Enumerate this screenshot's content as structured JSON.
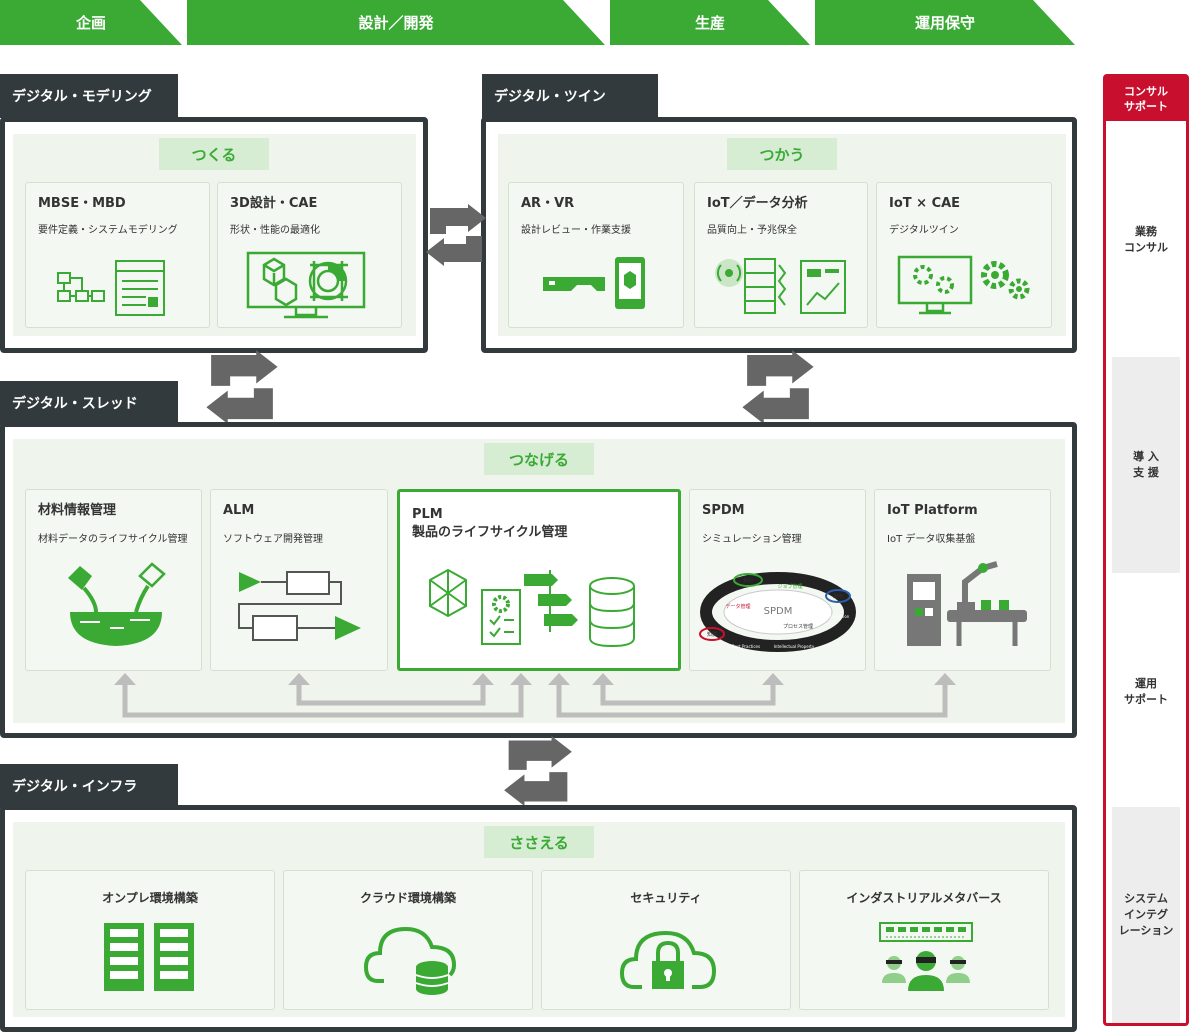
{
  "phases": [
    "企画",
    "設計／開発",
    "生産",
    "運用保守"
  ],
  "sections": {
    "modeling": {
      "label": "デジタル・モデリング",
      "pill": "つくる",
      "cards": [
        {
          "title": "MBSE・MBD",
          "sub": "要件定義・システムモデリング"
        },
        {
          "title": "3D設計・CAE",
          "sub": "形状・性能の最適化"
        }
      ]
    },
    "twin": {
      "label": "デジタル・ツイン",
      "pill": "つかう",
      "cards": [
        {
          "title": "AR・VR",
          "sub": "設計レビュー・作業支援"
        },
        {
          "title": "IoT／データ分析",
          "sub": "品質向上・予兆保全"
        },
        {
          "title": "IoT × CAE",
          "sub": "デジタルツイン"
        }
      ]
    },
    "thread": {
      "label": "デジタル・スレッド",
      "pill": "つなげる",
      "cards": [
        {
          "title": "材料情報管理",
          "sub": "材料データのライフサイクル管理"
        },
        {
          "title": "ALM",
          "sub": "ソフトウェア開発管理"
        },
        {
          "title": "PLM",
          "title2": "製品のライフサイクル管理"
        },
        {
          "title": "SPDM",
          "sub": "シミュレーション管理"
        },
        {
          "title": "IoT Platform",
          "sub": "IoT データ収集基盤"
        }
      ],
      "spdm_ring": {
        "center": "SPDM",
        "tags": [
          "資料",
          "ジョブ管理",
          "運用",
          "データ管理",
          "プロセス管理",
          "知識",
          "Best Practices",
          "Intellectual Property",
          "Collaboration"
        ]
      }
    },
    "infra": {
      "label": "デジタル・インフラ",
      "pill": "ささえる",
      "cards": [
        {
          "title": "オンプレ環境構築"
        },
        {
          "title": "クラウド環境構築"
        },
        {
          "title": "セキュリティ"
        },
        {
          "title": "インダストリアルメタバース"
        }
      ]
    }
  },
  "sidebar": {
    "head": [
      "コンサル",
      "サポート"
    ],
    "items": [
      [
        "業務",
        "コンサル"
      ],
      [
        "導 入",
        "支 援"
      ],
      [
        "運用",
        "サポート"
      ],
      [
        "システム",
        "インテグ",
        "レーション"
      ]
    ]
  },
  "colors": {
    "green": "#3aaa35",
    "dark": "#333a3d",
    "red": "#c8102e",
    "gray_arrow": "#666666"
  }
}
